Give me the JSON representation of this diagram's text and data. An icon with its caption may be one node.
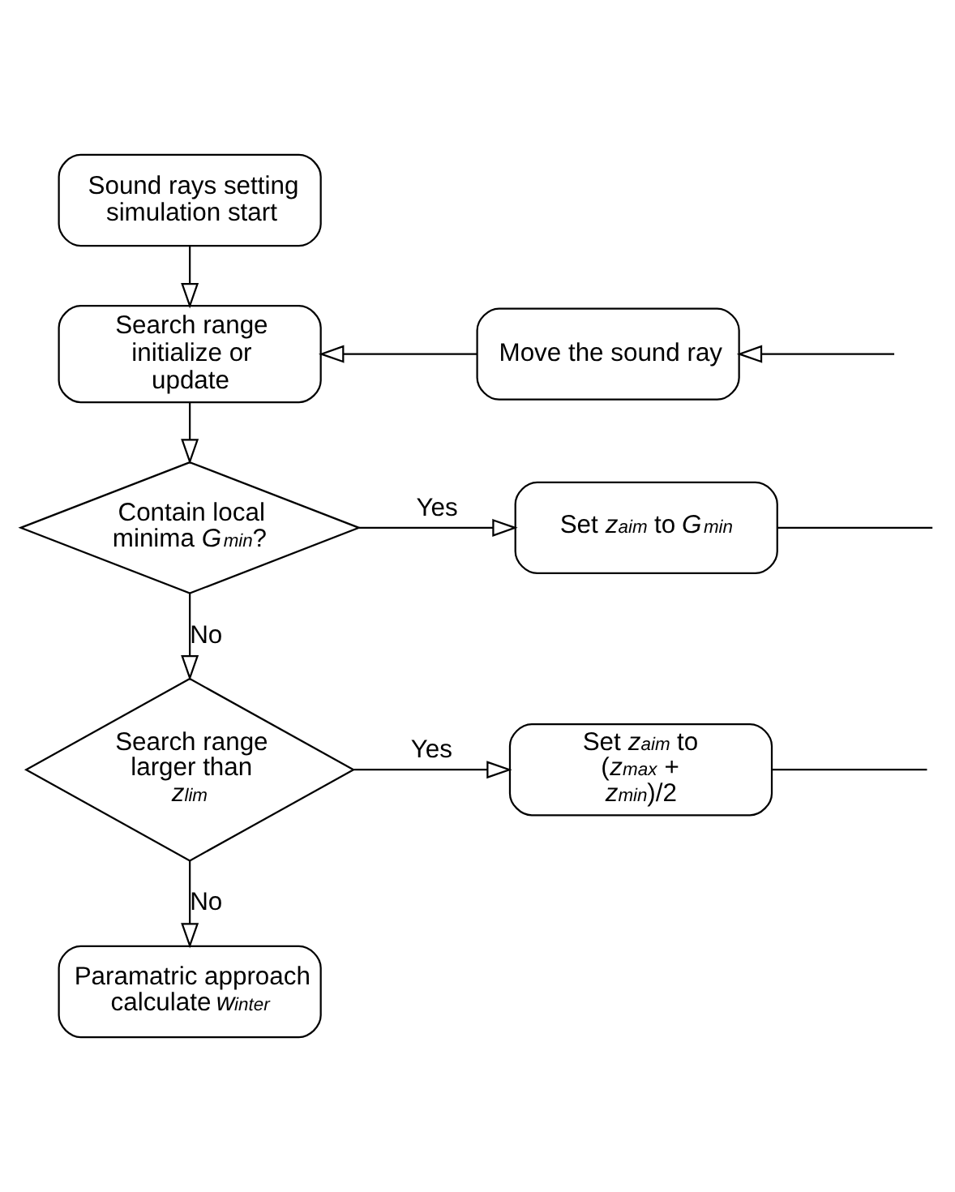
{
  "diagram": {
    "nodes": [
      {
        "text": [
          "Sound rays setting simulation start"
        ]
      },
      {
        "text": [
          "Search range initialize or update"
        ]
      },
      {
        "text": [
          "Move the sound ray"
        ]
      },
      {
        "text": [
          "Contain local minima *G*$_{min}$?"
        ]
      },
      {
        "text": [
          "Set *z*$_{aim}$ to *G*$_{min}$"
        ]
      },
      {
        "text": [
          "Search range larger than *z*$_{lim}$"
        ]
      },
      {
        "text": [
          "Set *z*$_{aim}$ to (*z*$_{max}$ + *z*$_{min}$)/2"
        ]
      },
      {
        "text": [
          "Paramatric approach calculate *w*$_{inter}$"
        ]
      }
    ],
    "edges": [
      {
        "from": 0,
        "to": 1,
        "arrow": "to"
      },
      {
        "from": 2,
        "to": 1,
        "arrow": "to"
      },
      {
        "from": null,
        "to": 2,
        "arrow": "to"
      },
      {
        "from": 1,
        "to": 3,
        "arrow": "to"
      },
      {
        "from": 3,
        "to": 4,
        "arrow": "to",
        "label": "Yes"
      },
      {
        "from": 4,
        "to": null,
        "arrow": "none"
      },
      {
        "from": 3,
        "to": 5,
        "arrow": "to",
        "label": "No"
      },
      {
        "from": 5,
        "to": 6,
        "arrow": "to",
        "label": "Yes"
      },
      {
        "from": 6,
        "to": null,
        "arrow": "none"
      },
      {
        "from": 5,
        "to": 7,
        "arrow": "to",
        "label": "No"
      }
    ]
  }
}
